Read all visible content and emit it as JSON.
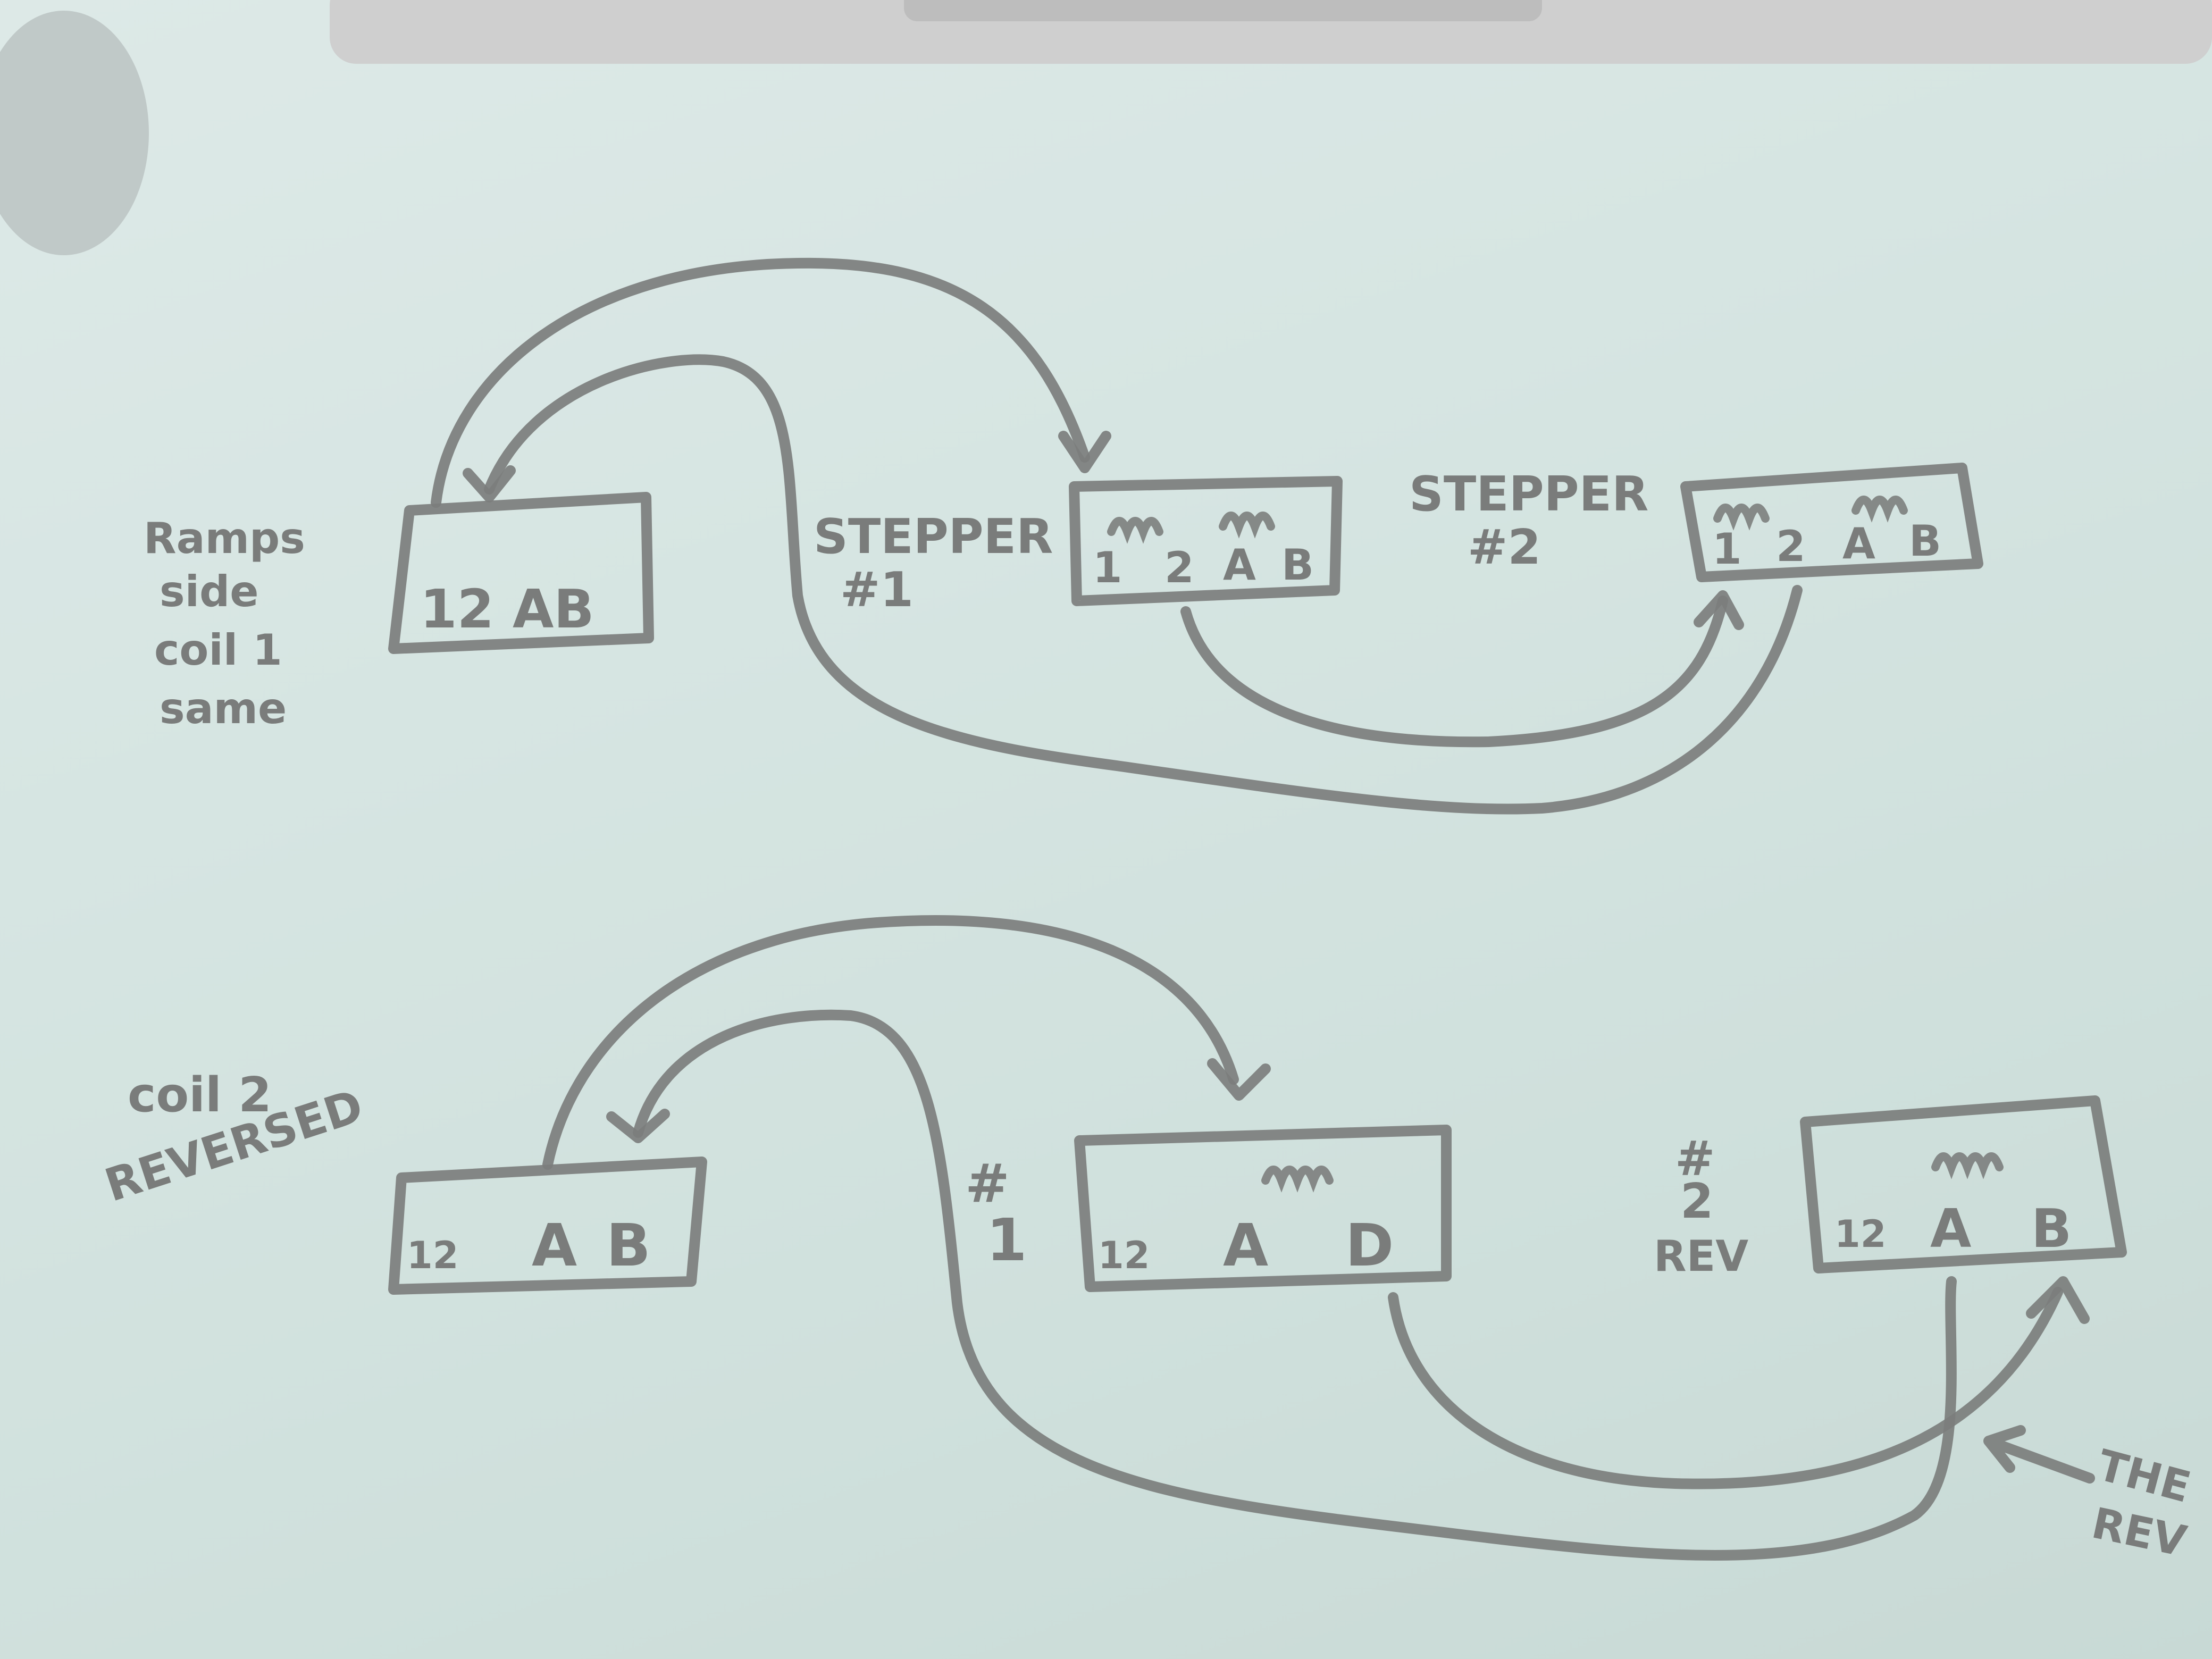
{
  "top": {
    "note": [
      "Ramps",
      "side",
      "coil 1",
      "same"
    ],
    "ramps_pins": "12 AB",
    "stepper1_label": [
      "STEPPER",
      "#1"
    ],
    "stepper1_pins": [
      "1",
      "2",
      "A",
      "B"
    ],
    "stepper2_label": [
      "STEPPER",
      "#2"
    ],
    "stepper2_pins": [
      "1",
      "2",
      "A",
      "B"
    ]
  },
  "bottom": {
    "note": [
      "coil 2",
      "REVERSED"
    ],
    "ramps_pins": [
      "12",
      "A",
      "B"
    ],
    "stepper1_label": [
      "#",
      "1"
    ],
    "stepper1_pins": [
      "12",
      "A",
      "D"
    ],
    "stepper2_label": [
      "#",
      "2",
      "REV"
    ],
    "stepper2_pins": [
      "12",
      "A",
      "B"
    ],
    "callout": [
      "THE",
      "REV"
    ]
  }
}
